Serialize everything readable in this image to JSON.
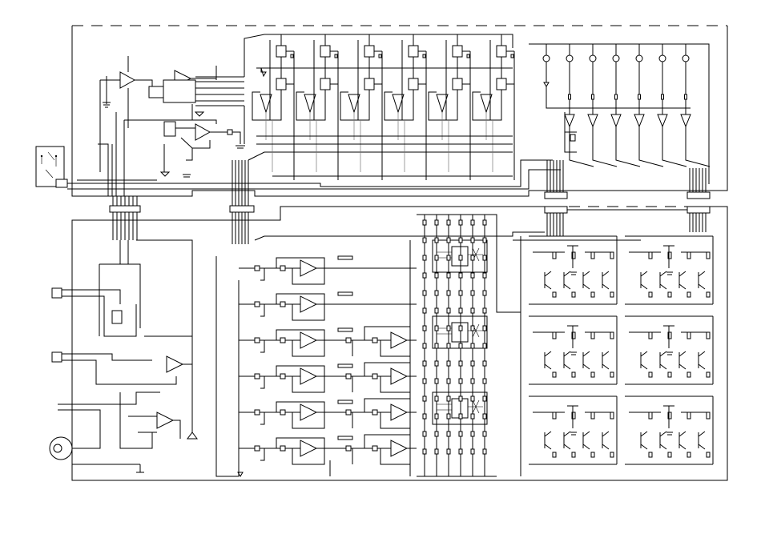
{
  "diagram": {
    "kind": "electronic schematic",
    "colors": {
      "ink": "#000000",
      "paper": "#ffffff",
      "grey_wire": "#777777"
    },
    "regions": [
      "upper-board",
      "lower-board"
    ],
    "connectors": [
      "connector-1",
      "connector-2",
      "connector-3",
      "connector-4"
    ],
    "icons": [
      "op-amp-icon",
      "transistor-icon",
      "lamp-icon",
      "jack-icon",
      "switch-icon",
      "ground-icon",
      "capacitor-icon",
      "resistor-icon"
    ]
  }
}
